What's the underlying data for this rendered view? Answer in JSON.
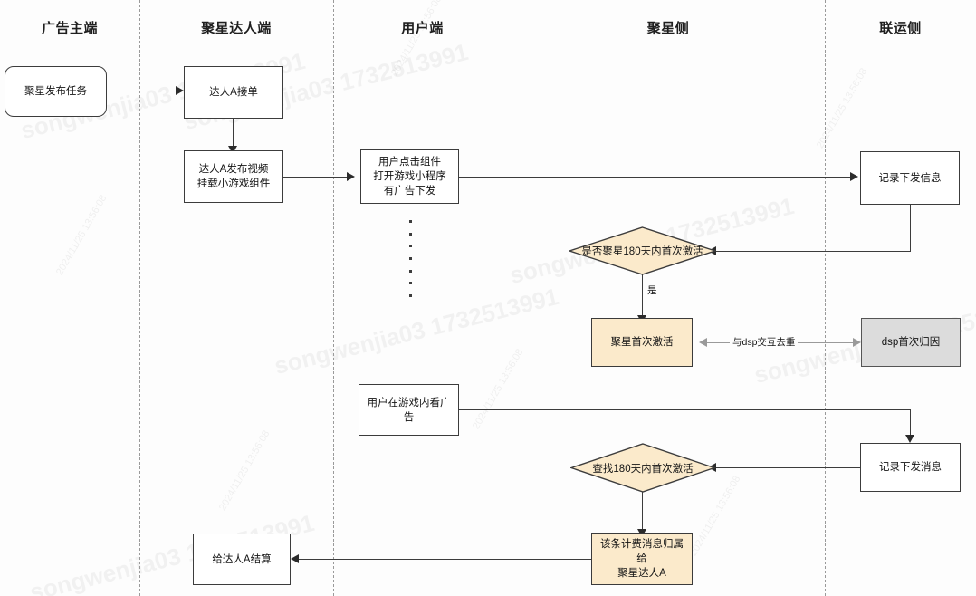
{
  "diagram": {
    "title_bar_present": false,
    "lanes": [
      {
        "id": "advertiser",
        "label": "广告主端"
      },
      {
        "id": "star-creator",
        "label": "聚星达人端"
      },
      {
        "id": "user",
        "label": "用户端"
      },
      {
        "id": "star-side",
        "label": "聚星侧"
      },
      {
        "id": "joint-ops",
        "label": "联运侧"
      }
    ],
    "nodes": [
      {
        "id": "n1",
        "label": "聚星发布任务",
        "shape": "rounded-rect",
        "fill": "#ffffff"
      },
      {
        "id": "n2",
        "label": "达人A接单",
        "shape": "rect",
        "fill": "#ffffff"
      },
      {
        "id": "n3",
        "label": "达人A发布视频\n挂载小游戏组件",
        "shape": "rect",
        "fill": "#ffffff"
      },
      {
        "id": "n4",
        "label": "用户点击组件\n打开游戏小程序\n有广告下发",
        "shape": "rect",
        "fill": "#ffffff"
      },
      {
        "id": "n5",
        "label": "记录下发信息",
        "shape": "rect",
        "fill": "#ffffff"
      },
      {
        "id": "n6",
        "label": "是否聚星180天内首次激活",
        "shape": "diamond",
        "fill": "#fbeacb"
      },
      {
        "id": "n7",
        "label": "聚星首次激活",
        "shape": "rect",
        "fill": "#fbeacb"
      },
      {
        "id": "n8",
        "label": "dsp首次归因",
        "shape": "rect",
        "fill": "#dcdcdc"
      },
      {
        "id": "n9",
        "label": "用户在游戏内看广告",
        "shape": "rect",
        "fill": "#ffffff"
      },
      {
        "id": "n10",
        "label": "记录下发消息",
        "shape": "rect",
        "fill": "#ffffff"
      },
      {
        "id": "n11",
        "label": "查找180天内首次激活",
        "shape": "diamond",
        "fill": "#fbeacb"
      },
      {
        "id": "n12",
        "label": "该条计费消息归属给\n聚星达人A",
        "shape": "rect",
        "fill": "#fbeacb"
      },
      {
        "id": "n13",
        "label": "给达人A结算",
        "shape": "rect",
        "fill": "#ffffff"
      }
    ],
    "edge_labels": {
      "yes": "是",
      "dsp_dedupe": "与dsp交互去重"
    },
    "colors": {
      "cream": "#fbeacb",
      "gray": "#dcdcdc",
      "stroke": "#3c3c3c",
      "stroke_light": "#9a9a9a",
      "background": "#fdfdfd"
    },
    "watermarks": [
      "songwenjia03 1732513991",
      "songwenjia03 1732513991",
      "songwenjia03 1732513991",
      "songwenjia03 1732513991",
      "songwenjia03 1732513991",
      "songwenjia03 1732513991"
    ],
    "watermark_small": "2024/11/25 13:56:08"
  }
}
